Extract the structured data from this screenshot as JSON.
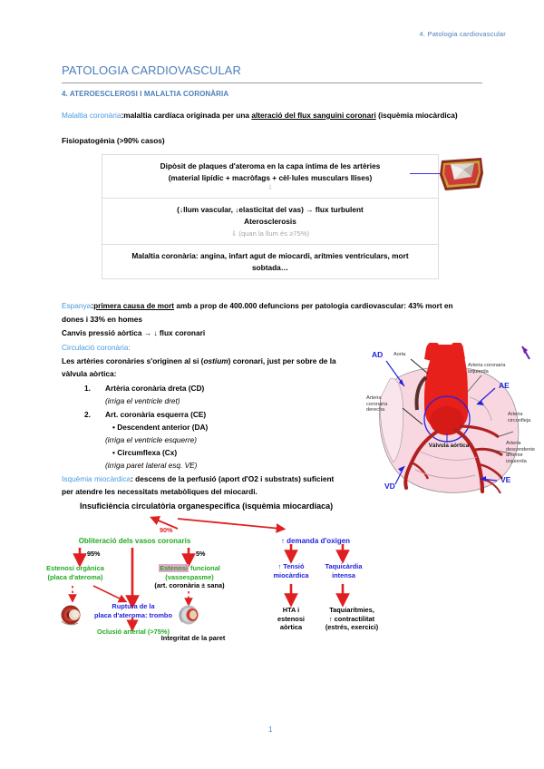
{
  "header": {
    "running_head": "4. Patologia cardiovascular"
  },
  "doc": {
    "title": "PATOLOGIA CARDIOVASCULAR",
    "subtitle": "4. ATEROESCLEROSI I MALALTIA CORONÀRIA",
    "page_number": "1"
  },
  "intro": {
    "term": "Malaltia coronària",
    "colon": ":",
    "def_a": "malaltia cardíaca originada per una ",
    "def_underlined": "alteració del flux sanguini coronari",
    "def_b": " (isquèmia miocàrdica)",
    "fisio": "Fisiopatogènia (>90% casos)"
  },
  "table": {
    "row1_line1": "Dipòsit de plaques d'ateroma en la capa íntima de les artèries",
    "row1_line2": "(material lipídic + macròfags + cèl·lules musculars llises)",
    "row1_arrow": "⇩",
    "row2_line1": "(↓llum vascular, ↓elasticitat del vas) → flux turbulent",
    "row2_line2": "Aterosclerosis",
    "row2_note": "⇩ (quan la llum és ≥75%)",
    "row3_line1": "Malaltia coronària: angina, infart agut de miocardi, arítmies ventriculars, mort",
    "row3_line2": "sobtada…"
  },
  "espana": {
    "term": "Espanya",
    "colon": ":",
    "underlined": "primera causa de mort",
    "rest": " amb a prop de 400.000 defuncions per patologia cardiovascular: 43% mort en",
    "line2": "dones i 33% en homes",
    "line3": "Canvis pressió aòrtica → ↓ flux coronari"
  },
  "circulacio": {
    "heading": "Circulació coronària:",
    "line1_a": "Les artèries coronàries s'originen al si (",
    "line1_it": "ostium",
    "line1_b": ") coronari, just per sobre de la",
    "line2": "vàlvula aòrtica:",
    "items": [
      {
        "num": "1.",
        "label": "Artèria coronària dreta (CD)",
        "sub": "(irriga el ventricle dret)"
      },
      {
        "num": "2.",
        "label": "Art. coronària esquerra (CE)",
        "sub": ""
      }
    ],
    "bullets": [
      {
        "label": "• Descendent anterior (DA)",
        "sub": "(irriga el ventricle esquerre)"
      },
      {
        "label": "• Circumflexa (Cx)",
        "sub": "(irriga paret lateral esq. VE)"
      }
    ]
  },
  "heart_diagram": {
    "labels": [
      "Aorta",
      "Arteria coronaria izquierda",
      "Arteria coronaria derecha",
      "Arteria circunfleja",
      "Arteria descendente anterior izquierda"
    ],
    "valve_label": "Válvula aórtica",
    "annotations": [
      "AD",
      "AE",
      "VD",
      "VE"
    ]
  },
  "isquemia": {
    "term": "Isquèmia miocàrdica",
    "colon": ":",
    "line1": " descens de la perfusió (aport d'O2 i substrats) suficient",
    "line2": "per atendre les necessitats metabòliques del miocardi.",
    "line3": "Insuficiència circulatòria organespecifica (isquèmia miocardiaca)"
  },
  "flow": {
    "pct_top": "90%",
    "left_branch": "Obliteració dels vasos coronaris",
    "right_branch": "↑ demanda d'oxigen",
    "pct_95": "95%",
    "pct_5": "5%",
    "estenosi_organica_l1": "Estenosi orgànica",
    "estenosi_organica_l2": "(placa d'ateroma)",
    "estenosi_funcional_hl": "Estenosi",
    "estenosi_funcional_rest": " funcional",
    "estenosi_funcional_l2": "(vasoespasme)",
    "estenosi_funcional_l3": "(art. coronària ± sana)",
    "ruptura_l1": "Ruptura de la",
    "ruptura_l2": "placa d'ateroma: trombo",
    "oclusio": "Oclusió arterial (>75%)",
    "integritat": "Integritat de la paret",
    "tensio_l1": "↑ Tensió",
    "tensio_l2": "miocàrdica",
    "taqui_l1": "Taquicàrdia",
    "taqui_l2": "intensa",
    "hta_l1": "HTA i",
    "hta_l2": "estenosi",
    "hta_l3": "aòrtica",
    "taquiar_l1": "Taquiarítmies,",
    "taquiar_l2": "↑ contractilitat",
    "taquiar_l3": "(estrés, exercici)"
  },
  "colors": {
    "heading_blue": "#4a7ebb",
    "term_blue": "#4a9ae0",
    "arrow_red": "#e02020",
    "flow_green": "#22aa22",
    "flow_blue": "#2222dd",
    "highlight_pink": "#e9a8d0"
  }
}
